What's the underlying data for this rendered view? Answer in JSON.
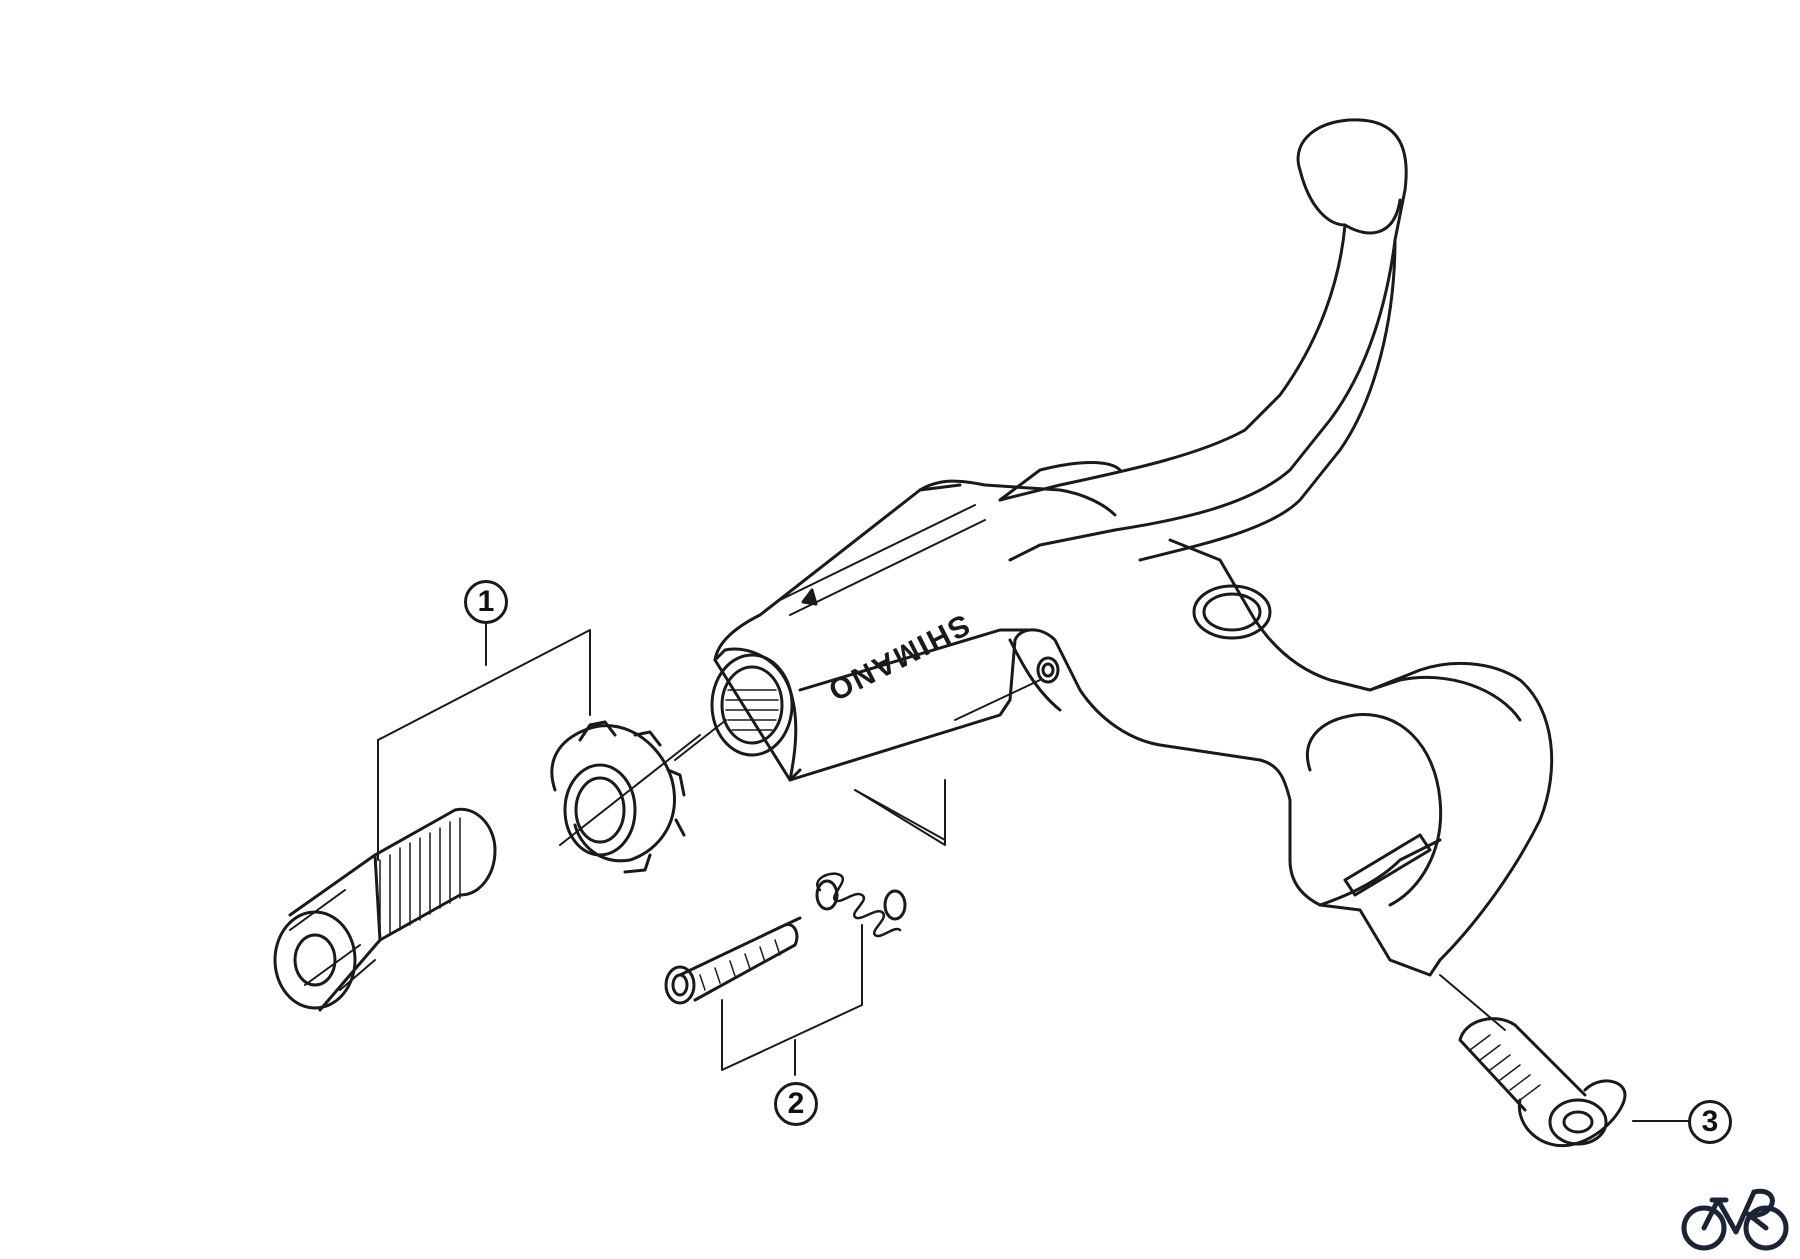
{
  "diagram": {
    "subject": "Brake lever exploded parts diagram",
    "brand_marking": "SHIMANO",
    "callouts": [
      {
        "id": 1,
        "label": "1",
        "part": "Adjusting bolt and lock nut"
      },
      {
        "id": 2,
        "label": "2",
        "part": "Screw and spring"
      },
      {
        "id": 3,
        "label": "3",
        "part": "Clamp bolt"
      }
    ]
  },
  "logo": {
    "icon": "bicycle-logo-icon",
    "color": "#1b2436"
  },
  "colors": {
    "line": "#1a1a1a",
    "background": "#ffffff"
  }
}
